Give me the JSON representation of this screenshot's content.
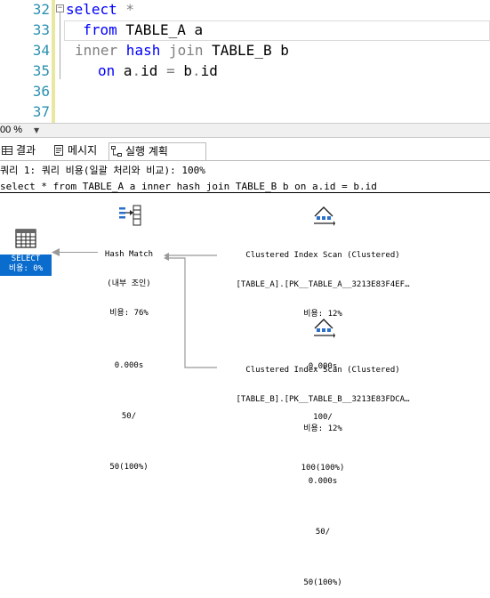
{
  "editor": {
    "line_numbers": [
      "32",
      "33",
      "34",
      "35",
      "36",
      "37"
    ],
    "lines": {
      "l32_kw": "select",
      "l32_rest": " *",
      "l33_kw": "from",
      "l33_rest": " TABLE_A a",
      "l34_inner": "inner",
      "l34_hash": " hash",
      "l34_join": " join",
      "l34_rest": " TABLE_B b",
      "l35_on": "on",
      "l35_a": " a",
      "l35_dot1": ".",
      "l35_id1": "id",
      "l35_eq": " =",
      "l35_b": " b",
      "l35_dot2": ".",
      "l35_id2": "id"
    }
  },
  "zoom": {
    "value": "00 %"
  },
  "tabs": [
    {
      "label": "결과",
      "icon": "grid-icon"
    },
    {
      "label": "메시지",
      "icon": "message-icon"
    },
    {
      "label": "실행 계획",
      "icon": "execution-plan-icon"
    }
  ],
  "plan": {
    "query_header": "쿼리 1: 쿼리 비용(일괄 처리와 비교): 100%",
    "query_text": "select * from TABLE_A a inner hash join TABLE_B b on a.id = b.id",
    "select_node": {
      "title": "SELECT",
      "cost": "비용: 0%"
    },
    "hash_node": {
      "title": "Hash Match",
      "subtitle": "(내부 조인)",
      "cost": "비용: 76%",
      "time": "0.000s",
      "rows": "50/",
      "estimate": "50(100%)"
    },
    "scan_a": {
      "title": "Clustered Index Scan (Clustered)",
      "object": "[TABLE_A].[PK__TABLE_A__3213E83F4EF…",
      "cost": "비용: 12%",
      "time": "0.000s",
      "rows": "100/",
      "estimate": "100(100%)"
    },
    "scan_b": {
      "title": "Clustered Index Scan (Clustered)",
      "object": "[TABLE_B].[PK__TABLE_B__3213E83FDCA…",
      "cost": "비용: 12%",
      "time": "0.000s",
      "rows": "50/",
      "estimate": "50(100%)"
    }
  }
}
